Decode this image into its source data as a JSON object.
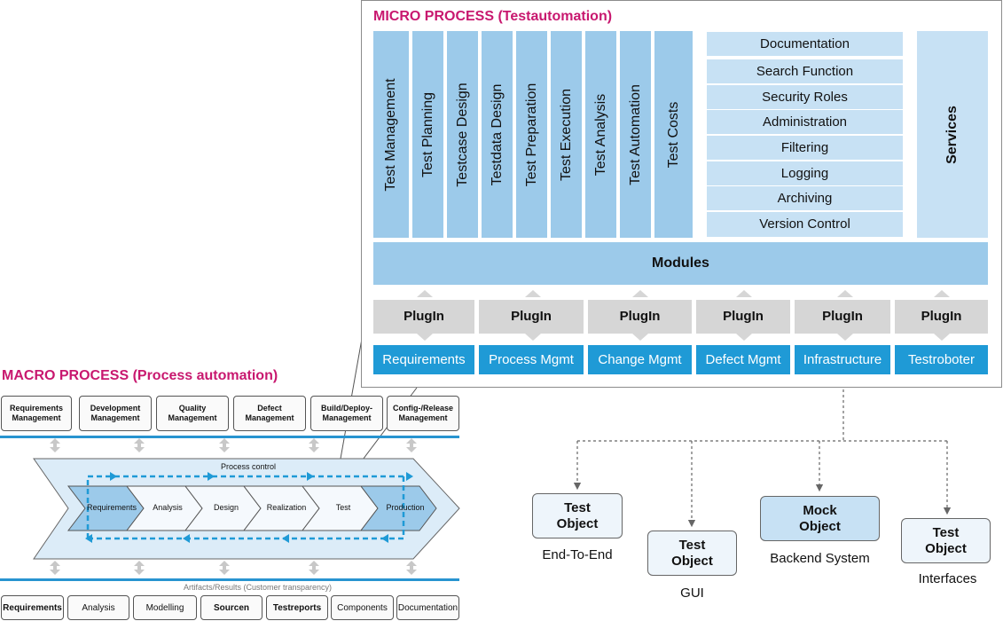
{
  "micro": {
    "title": "MICRO PROCESS",
    "subtitle": "(Testautomation)",
    "columns": [
      "Test Management",
      "Test Planning",
      "Testcase Design",
      "Testdata Design",
      "Test Preparation",
      "Test Execution",
      "Test Analysis",
      "Test Automation",
      "Test Costs"
    ],
    "functions": [
      "Documentation",
      "Search Function",
      "Security Roles",
      "Administration",
      "Filtering",
      "Logging",
      "Archiving",
      "Version Control"
    ],
    "services": "Services",
    "modules": "Modules",
    "plugin_label": "PlugIn",
    "connectors": [
      "Requirements",
      "Process Mgmt",
      "Change Mgmt",
      "Defect Mgmt",
      "Infrastructure",
      "Testroboter"
    ]
  },
  "macro": {
    "title": "MACRO PROCESS",
    "subtitle": "(Process automation)",
    "top_boxes": [
      [
        "Requirements",
        "Management"
      ],
      [
        "Development",
        "Management"
      ],
      [
        "Quality",
        "Management"
      ],
      [
        "Defect",
        "Management"
      ],
      [
        "Build/Deploy-",
        "Management"
      ],
      [
        "Config-/Release",
        "Management"
      ]
    ],
    "process_control": "Process control",
    "steps": [
      "Requirements",
      "Analysis",
      "Design",
      "Realization",
      "Test",
      "Production"
    ],
    "artifacts_label": "Artifacts/Results (Customer transparency)",
    "bottom_boxes": [
      "Requirements",
      "Analysis",
      "Modelling",
      "Sourcen",
      "Testreports",
      "Components",
      "Documentation"
    ]
  },
  "test_objects": [
    {
      "title": [
        "Test",
        "Object"
      ],
      "label": "End-To-End"
    },
    {
      "title": [
        "Test",
        "Object"
      ],
      "label": "GUI"
    },
    {
      "title": [
        "Mock",
        "Object"
      ],
      "label": "Backend System"
    },
    {
      "title": [
        "Test",
        "Object"
      ],
      "label": "Interfaces"
    }
  ],
  "colors": {
    "title": "#c8186f",
    "module_blue": "#9ccaea",
    "light_blue": "#c7e1f4",
    "connector_blue": "#1f9ad6",
    "plugin_grey": "#d6d6d6"
  }
}
